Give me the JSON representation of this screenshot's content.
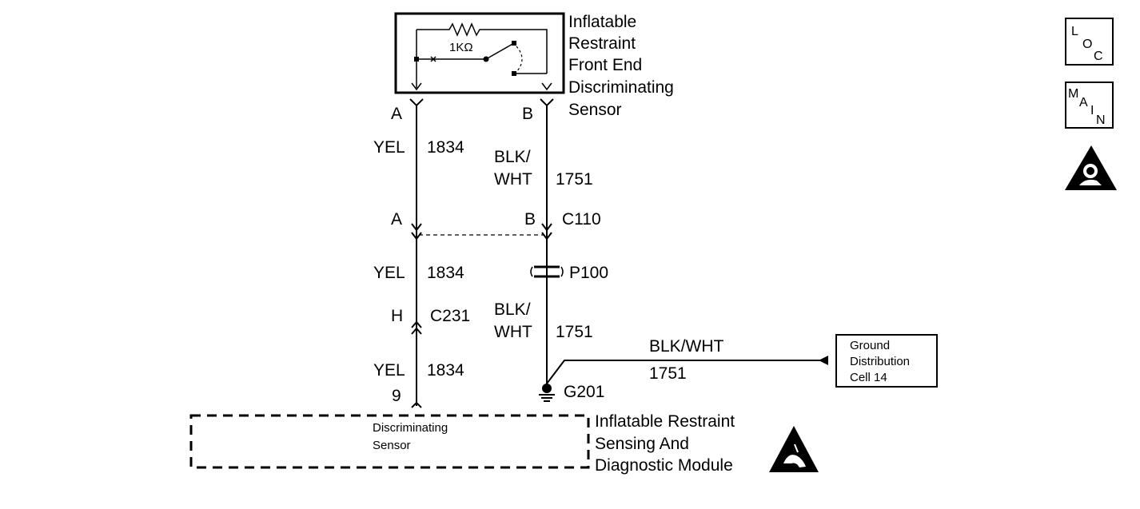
{
  "sensor": {
    "title_lines": [
      "Inflatable",
      "Restraint",
      "Front End",
      "Discriminating",
      "Sensor"
    ],
    "resistor_label": "1KΩ"
  },
  "wire_left": {
    "pin_top": "A",
    "color": "YEL",
    "circuit": "1834",
    "c110_pin": "A",
    "color2": "YEL",
    "circuit2": "1834",
    "c231_pin": "H",
    "c231_label": "C231",
    "color3": "YEL",
    "circuit3": "1834",
    "module_pin": "9"
  },
  "wire_right": {
    "pin_top": "B",
    "color_line1": "BLK/",
    "color_line2": "WHT",
    "circuit": "1751",
    "c110_pin": "B",
    "c110_label": "C110",
    "splice_label": "P100",
    "color2_line1": "BLK/",
    "color2_line2": "WHT",
    "circuit2": "1751",
    "ground_label": "G201"
  },
  "ground_branch": {
    "color": "BLK/WHT",
    "circuit": "1751",
    "box_lines": [
      "Ground",
      "Distribution",
      "Cell 14"
    ]
  },
  "module": {
    "inner_lines": [
      "Discriminating",
      "Sensor"
    ],
    "title_lines": [
      "Inflatable Restraint",
      "Sensing And",
      "Diagnostic Module"
    ]
  },
  "side_icons": {
    "loc": [
      "L",
      "O",
      "C"
    ],
    "main": [
      "M",
      "A",
      "I",
      "N"
    ]
  }
}
